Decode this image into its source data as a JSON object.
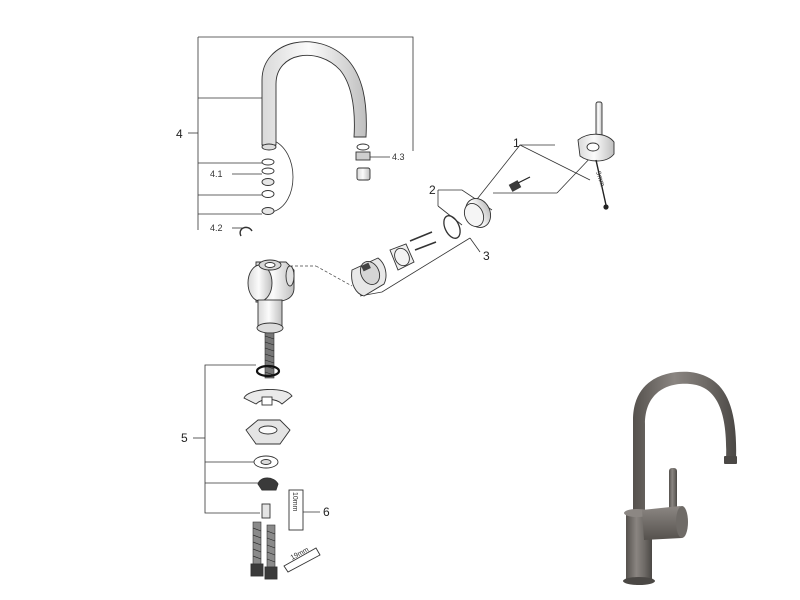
{
  "callouts": {
    "p4": "4",
    "p4_1": "4.1",
    "p4_2": "4.2",
    "p4_3": "4.3",
    "p1": "1",
    "p2": "2",
    "p3": "3",
    "p5": "5",
    "p6": "6"
  },
  "tool_sizes": {
    "hex_key": "9mm",
    "socket": "19mm",
    "spanner": "10mm"
  },
  "colors": {
    "line": "#333333",
    "part_fill": "#f2f2f2",
    "part_shade": "#cfcfcf",
    "dark_part": "#3a3a3a",
    "photo_metal": "#6f6b67",
    "photo_metal_dark": "#55514d"
  }
}
